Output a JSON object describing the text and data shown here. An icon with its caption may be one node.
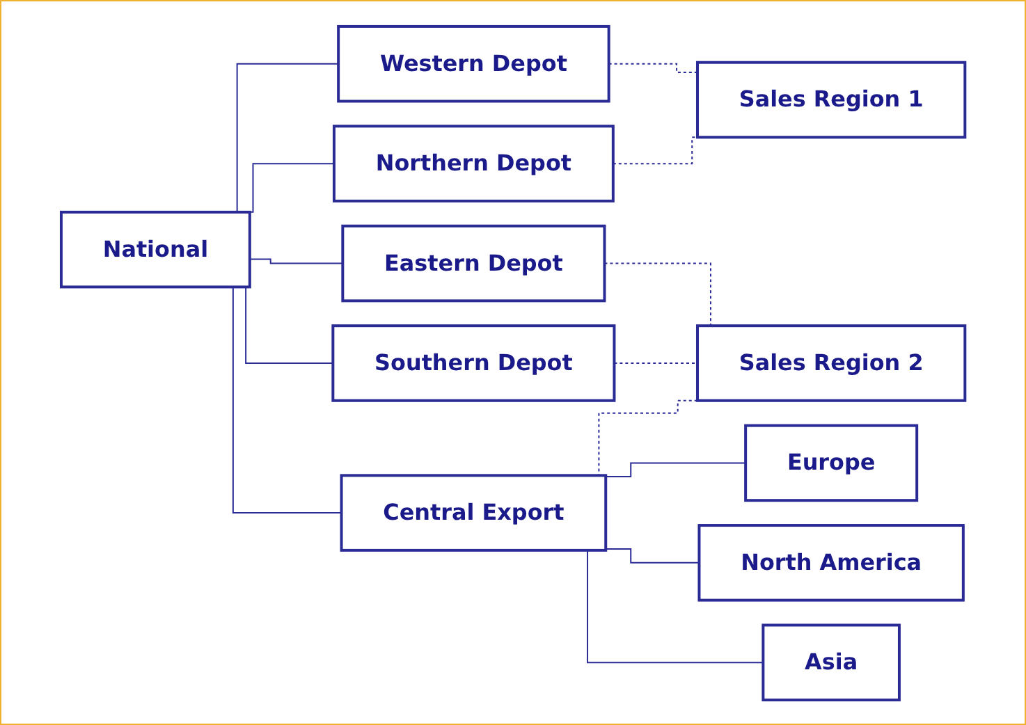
{
  "diagram": {
    "nodes": [
      {
        "text": [
          "National"
        ]
      },
      {
        "text": [
          "Sales Region 1"
        ]
      },
      {
        "text": [
          "Western Depot"
        ]
      },
      {
        "text": [
          "Northern Depot"
        ]
      },
      {
        "text": [
          "Sales Region 2"
        ]
      },
      {
        "text": [
          "Eastern Depot"
        ]
      },
      {
        "text": [
          "Southern Depot"
        ]
      },
      {
        "text": [
          "Central Export"
        ]
      },
      {
        "text": [
          "Europe"
        ]
      },
      {
        "text": [
          "North America"
        ]
      },
      {
        "text": [
          "Asia"
        ]
      }
    ],
    "edges": [
      {
        "from": 0,
        "to": 2,
        "arrow": "none"
      },
      {
        "from": 0,
        "to": 3,
        "arrow": "none"
      },
      {
        "from": 0,
        "to": 5,
        "arrow": "none"
      },
      {
        "from": 0,
        "to": 6,
        "arrow": "none"
      },
      {
        "from": 0,
        "to": 7,
        "arrow": "none"
      },
      {
        "from": 7,
        "to": 8,
        "arrow": "none"
      },
      {
        "from": 7,
        "to": 9,
        "arrow": "none"
      },
      {
        "from": 7,
        "to": 10,
        "arrow": "none"
      },
      {
        "from": 2,
        "to": 1,
        "arrow": "none",
        "style": "dashed"
      },
      {
        "from": 3,
        "to": 1,
        "arrow": "none",
        "style": "dashed"
      },
      {
        "from": 5,
        "to": 4,
        "arrow": "none",
        "style": "dashed"
      },
      {
        "from": 6,
        "to": 4,
        "arrow": "none",
        "style": "dashed"
      },
      {
        "from": 7,
        "to": 4,
        "arrow": "none",
        "style": "dashed"
      }
    ]
  }
}
